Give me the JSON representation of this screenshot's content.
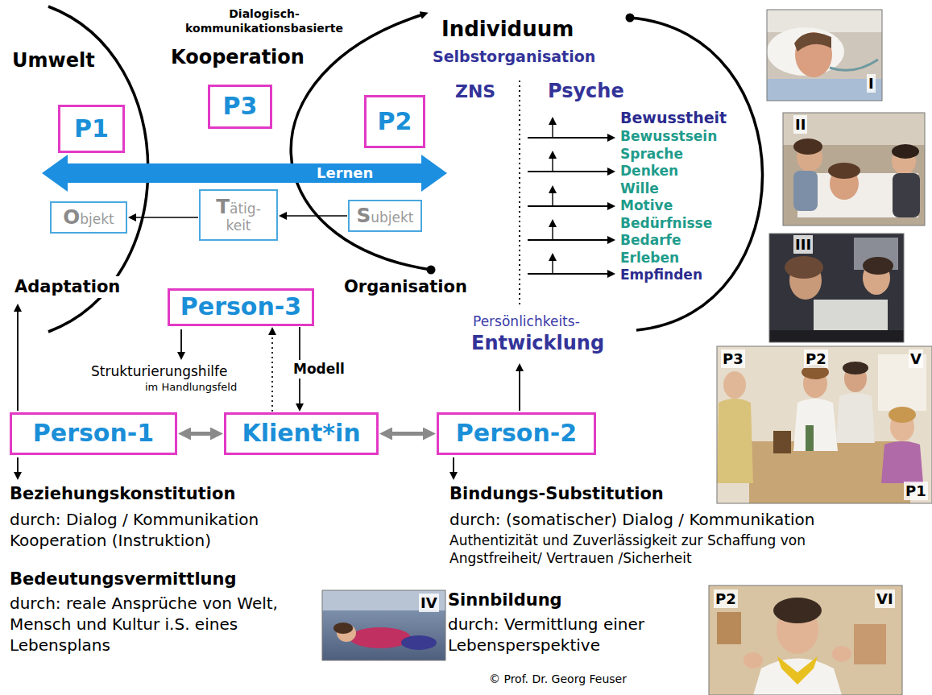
{
  "diagram": {
    "nodes": [
      {
        "text": [
          "P1"
        ]
      },
      {
        "text": [
          "P3"
        ]
      },
      {
        "text": [
          "P2"
        ]
      },
      {
        "text": [
          "Objekt"
        ]
      },
      {
        "text": [
          "Tätig- keit"
        ]
      },
      {
        "text": [
          "Subjekt"
        ]
      },
      {
        "text": [
          "Person-3"
        ]
      },
      {
        "text": [
          "Person-1"
        ]
      },
      {
        "text": [
          "Klient*in"
        ]
      },
      {
        "text": [
          "Person-2"
        ]
      }
    ],
    "edges": [
      {
        "from": 5,
        "to": 4,
        "arrow": "to"
      },
      {
        "from": 4,
        "to": 3,
        "arrow": "to"
      },
      {
        "from": 6,
        "to": 8,
        "label": "Modell",
        "arrow": "to"
      },
      {
        "from": 8,
        "to": 6,
        "arrow": "to"
      },
      {
        "from": 7,
        "to": 8,
        "arrow": "both"
      },
      {
        "from": 8,
        "to": 9,
        "arrow": "both"
      }
    ],
    "labels": [
      "Umwelt",
      "Dialogisch- kommunikationsbasierte",
      "Kooperation",
      "Individuum",
      "Selbstorganisation",
      "Lernen",
      "ZNS",
      "Psyche",
      "Bewusstheit",
      "Bewusstsein",
      "Sprache",
      "Denken",
      "Wille",
      "Motive",
      "Bedürfnisse",
      "Bedarfe",
      "Erleben",
      "Empfinden",
      "Adaptation",
      "Organisation",
      "Strukturierungshilfe",
      "im Handlungsfeld",
      "Persönlichkeits-",
      "Entwicklung",
      "Beziehungskonstitution",
      "durch: Dialog / Kommunikation Kooperation (Instruktion)",
      "Bedeutungsvermittlung",
      "durch: reale Ansprüche von Welt, Mensch und Kultur i.S. eines Lebensplans",
      "Bindungs-Substitution",
      "durch: (somatischer) Dialog / Kommunikation",
      "Authentizität und Zuverlässigkeit zur Schaffung von Angstfreiheit/ Vertrauen /Sicherheit",
      "Sinnbildung",
      "durch: Vermittlung einer Lebensperspektive",
      "© Prof. Dr. Georg Feuser",
      "I",
      "II",
      "III",
      "IV",
      "V",
      "P3",
      "P2",
      "P1",
      "VI",
      "P2"
    ]
  }
}
